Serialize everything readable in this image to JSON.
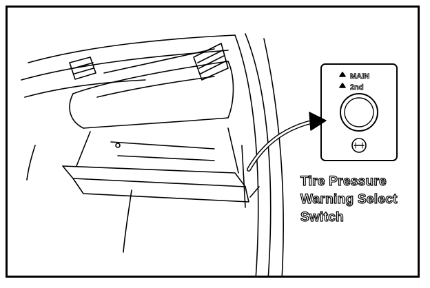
{
  "switch_panel": {
    "main_label": "MAIN",
    "second_label": "2nd"
  },
  "callout": {
    "line1": "Tire Pressure",
    "line2": "Warning Select",
    "line3": "Switch"
  },
  "colors": {
    "line": "#000000",
    "background": "#ffffff"
  }
}
